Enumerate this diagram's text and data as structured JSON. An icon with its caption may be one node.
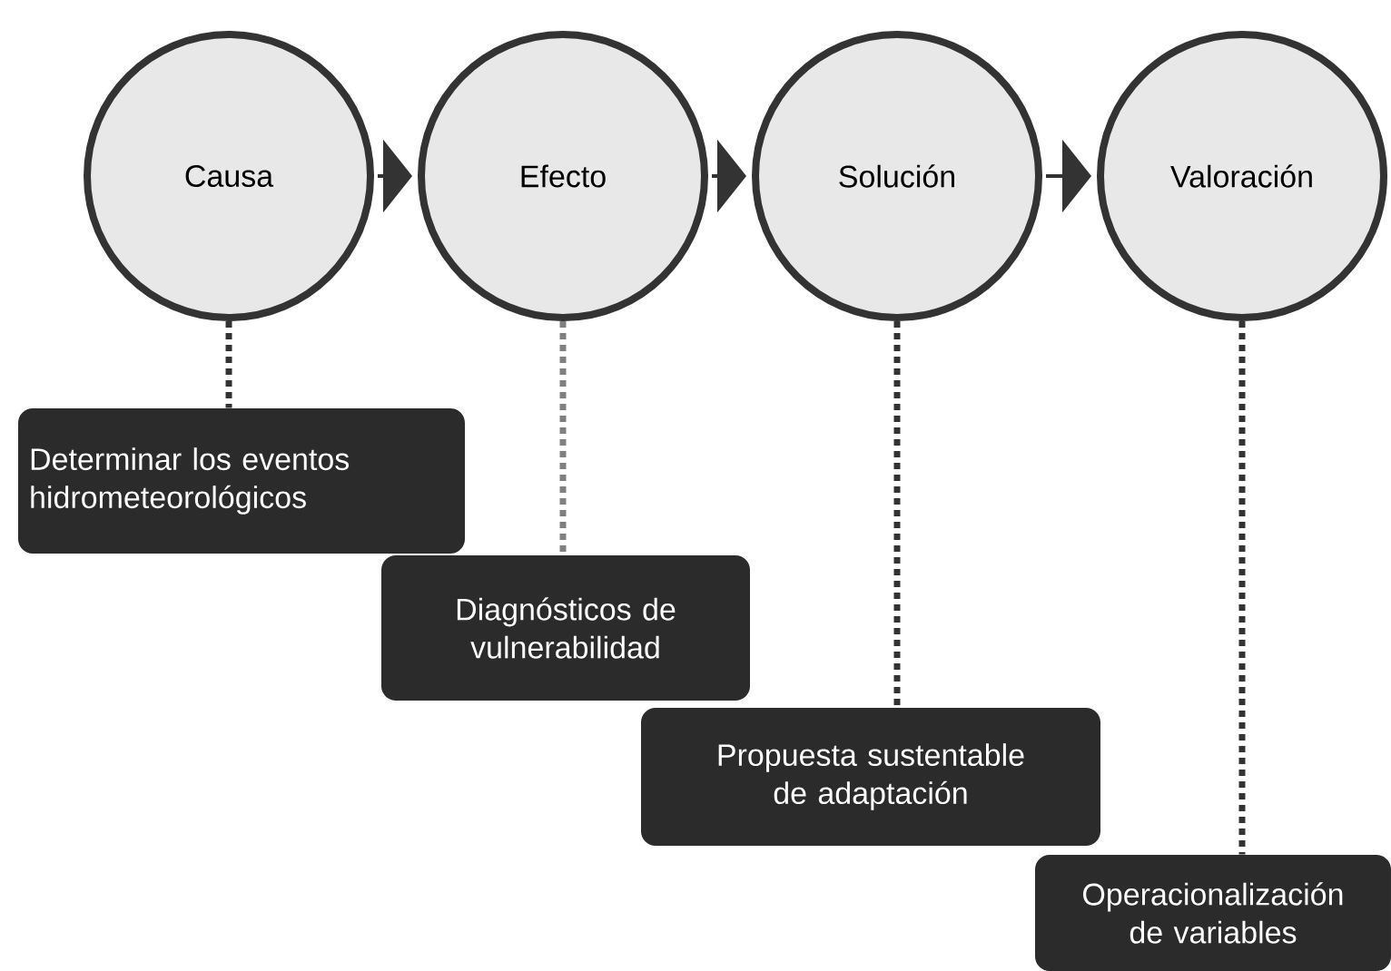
{
  "diagram": {
    "nodes": [
      {
        "text": [
          "Causa"
        ]
      },
      {
        "text": [
          "Efecto"
        ]
      },
      {
        "text": [
          "Solución"
        ]
      },
      {
        "text": [
          "Valoración"
        ]
      },
      {
        "text": [
          "Determinar los eventos hidrometeorológicos"
        ]
      },
      {
        "text": [
          "Diagnósticos de vulnerabilidad"
        ]
      },
      {
        "text": [
          "Propuesta sustentable de adaptación"
        ]
      },
      {
        "text": [
          "Operacionalización de variables"
        ]
      }
    ],
    "edges": [
      {
        "from": 0,
        "to": 1,
        "arrow": "to"
      },
      {
        "from": 1,
        "to": 2,
        "arrow": "to"
      },
      {
        "from": 2,
        "to": 3,
        "arrow": "to"
      },
      {
        "from": 0,
        "to": 4,
        "arrow": "none",
        "style": "dashed"
      },
      {
        "from": 1,
        "to": 5,
        "arrow": "none",
        "style": "dashed",
        "color": "#808080"
      },
      {
        "from": 2,
        "to": 6,
        "arrow": "none",
        "style": "dashed"
      },
      {
        "from": 3,
        "to": 7,
        "arrow": "none",
        "style": "dashed"
      }
    ]
  }
}
